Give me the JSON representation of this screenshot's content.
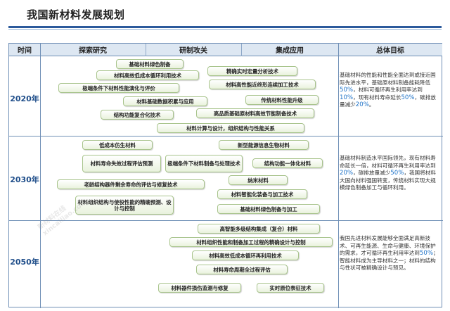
{
  "title": "我国新材料发展规划",
  "headers": [
    "时间",
    "探索研究",
    "研制攻关",
    "集成应用",
    "总体目标"
  ],
  "rows": [
    {
      "year": "2020年",
      "goal": [
        {
          "t": "基础材料的性能和性能全面达到或接近国际先进水平，基础原材料制备能耗降低"
        },
        {
          "t": "50%",
          "h": true
        },
        {
          "t": "，材料可循环再生利用率达到"
        },
        {
          "t": "10%",
          "h": true
        },
        {
          "t": "，现有材料寿命延长"
        },
        {
          "t": "50%",
          "h": true
        },
        {
          "t": "，碳排放量减少"
        },
        {
          "t": "20%",
          "h": true
        },
        {
          "t": "。"
        }
      ],
      "boxes": [
        "基础材料绿色制备",
        "材料高效低成本循环利用技术",
        "精确实时宏量分析技术",
        "极端条件下材料性能演化与评价",
        "材料高性能近终形连续加工技术",
        "材料基础数据积累与应用",
        "传统材料性能升级",
        "结构功能复合化技术",
        "高品质基础原材料高效节能制备技术",
        "材料计算与设计，组织结构与性能关系"
      ]
    },
    {
      "year": "2030年",
      "goal": [
        {
          "t": "基础材料制造水平国际领先，现有材料寿命延长一倍，材料可循环再生利用率达到"
        },
        {
          "t": "20%",
          "h": true
        },
        {
          "t": "，碳排放量减少"
        },
        {
          "t": "50%",
          "h": true
        },
        {
          "t": "，我国将材料大国向材料强国转变，传统材料实现大规模绿色制备加工与循环利用。"
        }
      ],
      "boxes": [
        "低成本仿生材料",
        "新型能源信息生物材料",
        "材料寿命失效过程评估预测",
        "极端条件下材料制备与处理技术",
        "结构功能一体化材料",
        "老龄结构器件剩余寿命的评估与修复技术",
        "纳米材料",
        "材料智能化装备与加工技术",
        "材料组织结构与使役性能的精确预测、设计与控制",
        "基础材料绿色制备与加工"
      ]
    },
    {
      "year": "2050年",
      "goal": [
        {
          "t": "我国先进材料发展能够全面满足高新技术、可再生能源、生命与健康、环境保护的需求，才可循环再生利用率达到"
        },
        {
          "t": "50%",
          "h": true
        },
        {
          "t": "；智能材料成为主导材料之一；材料的结构与性状可被精确设计与预见。"
        }
      ],
      "boxes": [
        "高智能多级结构集成（复合）材料",
        "材料组织性能和制备加工过程的精确设计与控制",
        "材料高效低成本循环再利用技术",
        "材料寿命周期全过程评估",
        "材料器件损伤监测与修复",
        "实时原位表征技术"
      ]
    }
  ],
  "watermark": [
    "新材料在线",
    "xincailiao.com"
  ]
}
